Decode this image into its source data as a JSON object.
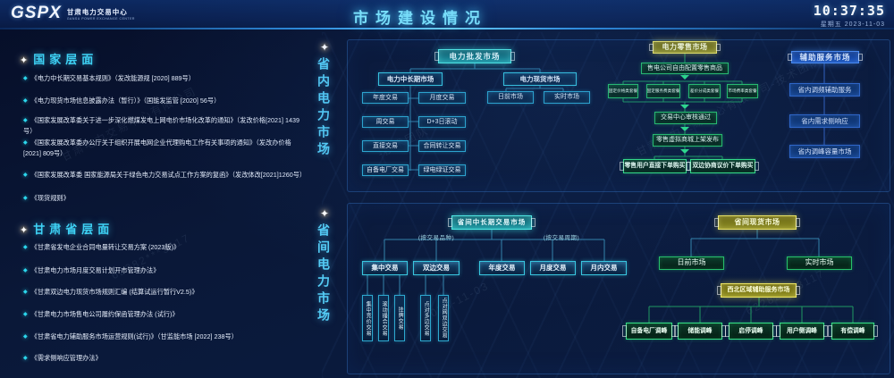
{
  "header": {
    "logo_text": "GSPX",
    "org_name": "甘肃电力交易中心",
    "org_name_en": "GANSU POWER EXCHANGE CENTER",
    "title": "市场建设情况",
    "clock": "10:37:35",
    "date_line": "星期五 2023-11-03"
  },
  "sidebar": {
    "sections": [
      {
        "title": "国家层面",
        "items": [
          "《电力中长期交易基本规则》（发改能源规 [2020] 889号）",
          "《电力现货市场信息披露办法（暂行）》（国能发监管 [2020] 56号）",
          "《国家发展改革委关于进一步深化燃煤发电上网电价市场化改革的通知》（发改价格[2021] 1439号）",
          "《国家发展改革委办公厅关于组织开展电网企业代理购电工作有关事项的通知》（发改办价格 [2021] 809号）",
          "《国家发展改革委 国家能源局关于绿色电力交易试点工作方案的复函》（发改体改[2021]1260号）",
          "《现货规则》"
        ]
      },
      {
        "title": "甘肃省层面",
        "items": [
          "《甘肃省发电企业合同电量转让交易方案 (2023版)》",
          "《甘肃电力市场月度交易计划开市管理办法》",
          "《甘肃双边电力现货市场规则汇编 (结算试运行暂行V2.5)》",
          "《甘肃电力市场售电公司履约保函管理办法 (试行)》",
          "《甘肃省电力辅助服务市场运营规则(试行)》（甘监能市场 [2022] 238号）",
          "《需求侧响应管理办法》"
        ]
      }
    ]
  },
  "panels": {
    "intra_label": "省内电力市场",
    "inter_label": "省间电力市场"
  },
  "wholesale": {
    "root": "电力批发市场",
    "mlt": {
      "title": "电力中长期市场",
      "rows": [
        [
          "年度交易",
          "月度交易"
        ],
        [
          "周交易",
          "D+3日滚动"
        ],
        [
          "直接交易",
          "合同转让交易"
        ],
        [
          "自备电厂交易",
          "绿电绿证交易"
        ]
      ]
    },
    "spot": {
      "title": "电力现货市场",
      "children": [
        "日前市场",
        "实时市场"
      ]
    }
  },
  "retail": {
    "root": "电力零售市场",
    "config": "售电公司自由配置零售商品",
    "packages": [
      "固定价格类套餐",
      "固定服务费类套餐",
      "差价分成类套餐",
      "市场费率类套餐"
    ],
    "review": "交易中心审核通过",
    "publish": "零售虚拟商城上架发布",
    "purchase": [
      "零售用户直接下单购买",
      "双边协商议价下单购买"
    ]
  },
  "ancillary": {
    "root": "辅助服务市场",
    "children": [
      "省内调频辅助服务",
      "省内需求侧响应",
      "省内调峰容量市场"
    ]
  },
  "inter_mlt": {
    "root": "省间中长期交易市场",
    "group_labels": [
      "(按交易品种)",
      "(按交易周期)"
    ],
    "by_type": [
      "集中交易",
      "双边交易"
    ],
    "by_period": [
      "年度交易",
      "月度交易",
      "月内交易"
    ],
    "type_subs": [
      [
        "集中竞价交易",
        "滚动撮合交易",
        "挂牌交易"
      ],
      [
        "点对多边交易",
        "点对网双边交易"
      ]
    ]
  },
  "inter_spot": {
    "root": "省间现货市场",
    "children": [
      "日前市场",
      "实时市场"
    ]
  },
  "nw_ancillary": {
    "root": "西北区域辅助服务市场",
    "children": [
      "自备电厂调峰",
      "储能调峰",
      "启停调峰",
      "用户侧调峰",
      "有偿调峰"
    ]
  },
  "watermarks": [
    "甘肃电力交易中心有限公司",
    "62282***3117",
    "-技术团队",
    "2023-11-03",
    "甘肃电力交易中心有限公司-技术团队",
    "62282***3117"
  ],
  "colors": {
    "background": "#081231",
    "teal": "#35d8e8",
    "green": "#2ed080",
    "yellow": "#e8e455",
    "blue": "#3a6fd8",
    "title_cyan": "#7fe8ff"
  }
}
